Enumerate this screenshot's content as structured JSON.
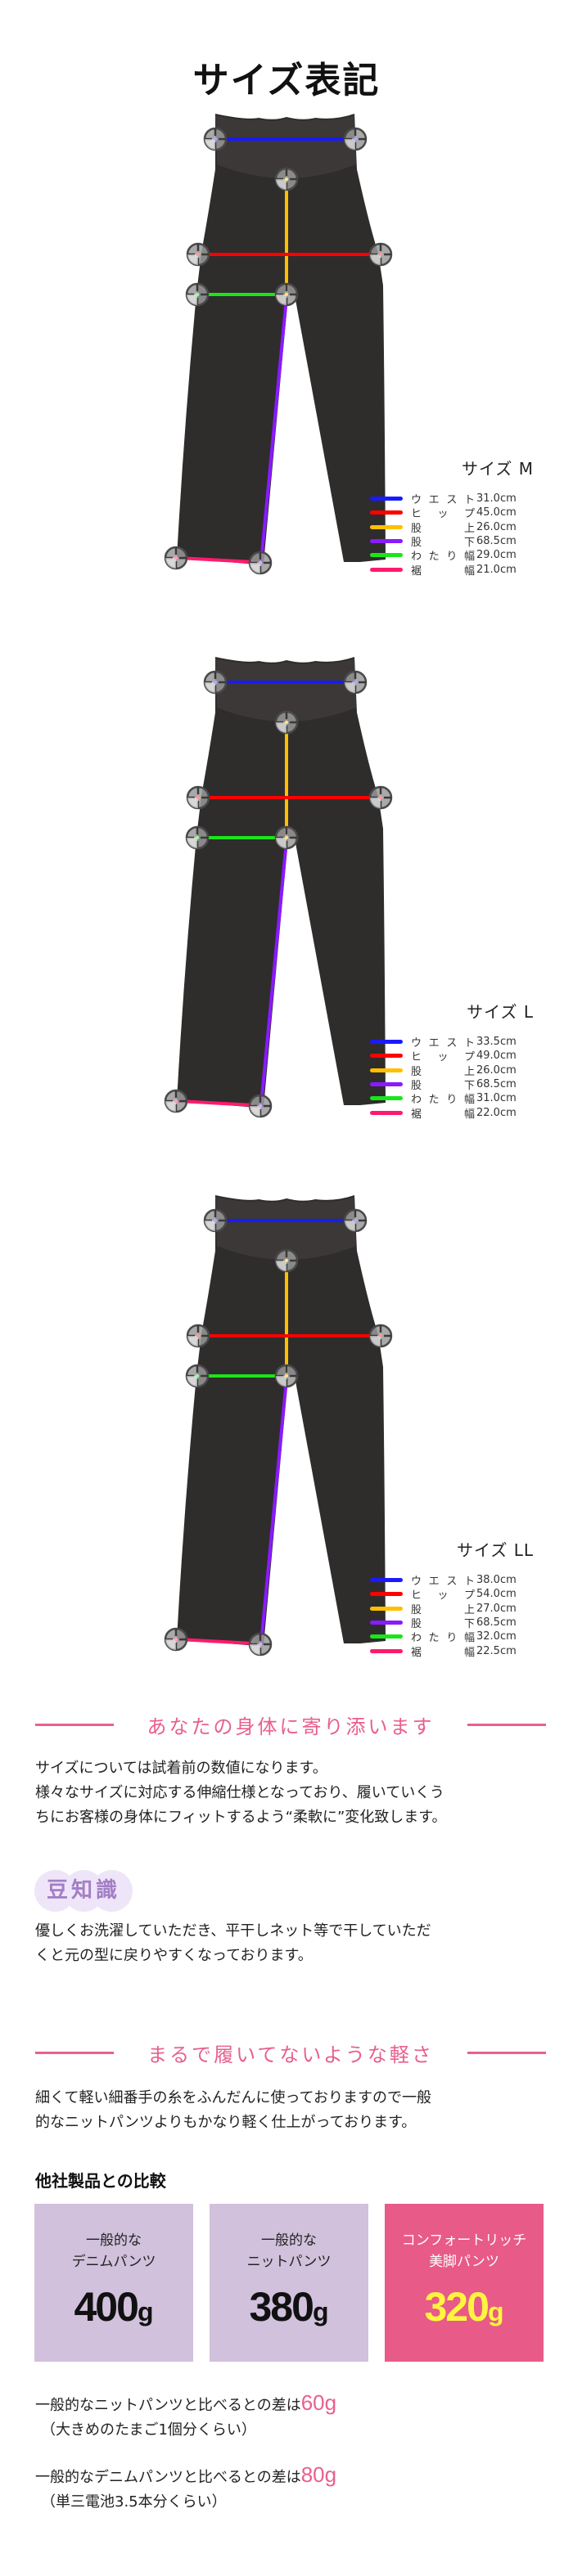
{
  "title": "サイズ表記",
  "legend_colors": {
    "waist": "#1a1aff",
    "hip": "#ff0000",
    "rise": "#ffc000",
    "inseam": "#8a1aff",
    "thigh": "#19e619",
    "hem": "#ff1a6e"
  },
  "sizes": [
    {
      "label": "サイズ M",
      "rows": [
        {
          "key": "waist",
          "label": [
            "ウ",
            "エ",
            "ス",
            "ト"
          ],
          "value": "31.0cm"
        },
        {
          "key": "hip",
          "label": [
            "ヒ",
            "ッ",
            "プ"
          ],
          "value": "45.0cm"
        },
        {
          "key": "rise",
          "label": [
            "股",
            "上"
          ],
          "value": "26.0cm"
        },
        {
          "key": "inseam",
          "label": [
            "股",
            "下"
          ],
          "value": "68.5cm"
        },
        {
          "key": "thigh",
          "label": [
            "わ",
            "た",
            "り",
            "幅"
          ],
          "value": "29.0cm"
        },
        {
          "key": "hem",
          "label": [
            "裾",
            "幅"
          ],
          "value": "21.0cm"
        }
      ]
    },
    {
      "label": "サイズ L",
      "rows": [
        {
          "key": "waist",
          "label": [
            "ウ",
            "エ",
            "ス",
            "ト"
          ],
          "value": "33.5cm"
        },
        {
          "key": "hip",
          "label": [
            "ヒ",
            "ッ",
            "プ"
          ],
          "value": "49.0cm"
        },
        {
          "key": "rise",
          "label": [
            "股",
            "上"
          ],
          "value": "26.0cm"
        },
        {
          "key": "inseam",
          "label": [
            "股",
            "下"
          ],
          "value": "68.5cm"
        },
        {
          "key": "thigh",
          "label": [
            "わ",
            "た",
            "り",
            "幅"
          ],
          "value": "31.0cm"
        },
        {
          "key": "hem",
          "label": [
            "裾",
            "幅"
          ],
          "value": "22.0cm"
        }
      ]
    },
    {
      "label": "サイズ LL",
      "rows": [
        {
          "key": "waist",
          "label": [
            "ウ",
            "エ",
            "ス",
            "ト"
          ],
          "value": "38.0cm"
        },
        {
          "key": "hip",
          "label": [
            "ヒ",
            "ッ",
            "プ"
          ],
          "value": "54.0cm"
        },
        {
          "key": "rise",
          "label": [
            "股",
            "上"
          ],
          "value": "27.0cm"
        },
        {
          "key": "inseam",
          "label": [
            "股",
            "下"
          ],
          "value": "68.5cm"
        },
        {
          "key": "thigh",
          "label": [
            "わ",
            "た",
            "り",
            "幅"
          ],
          "value": "32.0cm"
        },
        {
          "key": "hem",
          "label": [
            "裾",
            "幅"
          ],
          "value": "22.5cm"
        }
      ]
    }
  ],
  "section_fit": {
    "heading": "あなたの身体に寄り添います",
    "lines": [
      "サイズについては試着前の数値になります。",
      "様々なサイズに対応する伸縮仕様となっており、履いていくう",
      "ちにお客様の身体にフィットするよう“柔軟に”変化致します。"
    ]
  },
  "tip": {
    "badge": "豆知識",
    "lines": [
      "優しくお洗濯していただき、平干しネット等で干していただ",
      "くと元の型に戻りやすくなっております。"
    ]
  },
  "section_light": {
    "heading": "まるで履いてないような軽さ",
    "lines": [
      "細くて軽い細番手の糸をふんだんに使っておりますので一般",
      "的なニットパンツよりもかなり軽く仕上がっております。"
    ]
  },
  "comparison": {
    "title": "他社製品との比較",
    "items": [
      {
        "line1": "一般的な",
        "line2": "デニムパンツ",
        "weight": "400",
        "unit": "g",
        "bg": "#d1c1dc",
        "text_color": "#222222",
        "weight_color": "#111111"
      },
      {
        "line1": "一般的な",
        "line2": "ニットパンツ",
        "weight": "380",
        "unit": "g",
        "bg": "#d1c1dc",
        "text_color": "#222222",
        "weight_color": "#111111"
      },
      {
        "line1": "コンフォートリッチ",
        "line2": "美脚パンツ",
        "weight": "320",
        "unit": "g",
        "bg": "#e85a87",
        "text_color": "#ffffff",
        "weight_color": "#fff540"
      }
    ],
    "diffs": [
      {
        "text": "一般的なニットパンツと比べるとの差は",
        "amount": "60g",
        "note": "（大きめのたまご1個分くらい）"
      },
      {
        "text": "一般的なデニムパンツと比べるとの差は",
        "amount": "80g",
        "note": "（単三電池3.5本分くらい）"
      }
    ]
  },
  "accent_color": "#e8608d"
}
